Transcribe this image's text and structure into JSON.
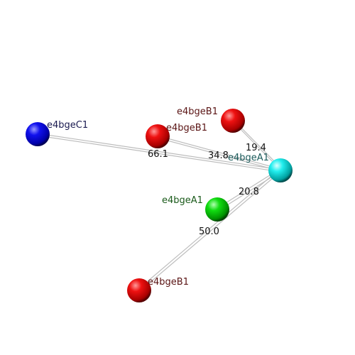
{
  "colors": {
    "red": "#e00000",
    "blue": "#0000ee",
    "green": "#00cc00",
    "cyan": "#00e6e6",
    "edge": "#b8b8b8",
    "label_red": "#5a1414",
    "label_blue": "#1a1a50",
    "label_green": "#1a5a1a",
    "label_cyan": "#1a5a5a"
  },
  "nodes": [
    {
      "id": "c1",
      "label": "e4bgeC1",
      "color": "blue",
      "label_color": "label_blue"
    },
    {
      "id": "b1a",
      "label": "e4bgeB1",
      "color": "red",
      "label_color": "label_red"
    },
    {
      "id": "b1b",
      "label": "e4bgeB1",
      "color": "red",
      "label_color": "label_red"
    },
    {
      "id": "a1c",
      "label": "e4bgeA1",
      "color": "cyan",
      "label_color": "label_cyan"
    },
    {
      "id": "a1g",
      "label": "e4bgeA1",
      "color": "green",
      "label_color": "label_green"
    },
    {
      "id": "b1c",
      "label": "e4bgeB1",
      "color": "red",
      "label_color": "label_red"
    }
  ],
  "edges": [
    {
      "from": "c1",
      "to": "a1c"
    },
    {
      "from": "b1a",
      "to": "a1c"
    },
    {
      "from": "b1b",
      "to": "a1c"
    },
    {
      "from": "a1g",
      "to": "a1c"
    },
    {
      "from": "b1c",
      "to": "a1c"
    }
  ],
  "distances": [
    {
      "value": "66.1"
    },
    {
      "value": "34.8"
    },
    {
      "value": "19.4"
    },
    {
      "value": "20.8"
    },
    {
      "value": "50.0"
    }
  ]
}
